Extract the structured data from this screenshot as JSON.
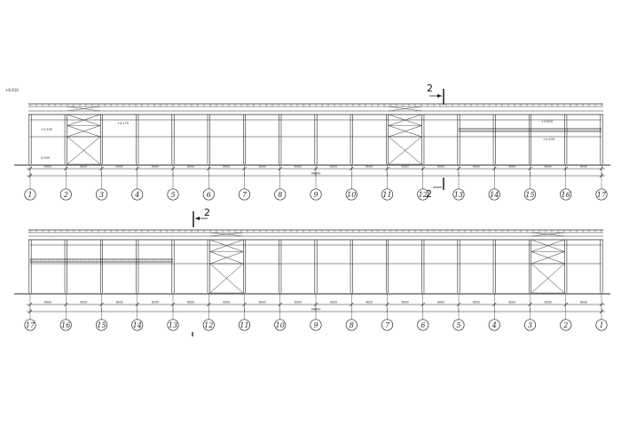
{
  "elevations": [
    {
      "id": "upper",
      "axes": [
        "1",
        "2",
        "3",
        "4",
        "5",
        "6",
        "7",
        "8",
        "9",
        "10",
        "11",
        "12",
        "13",
        "14",
        "15",
        "16",
        "17"
      ],
      "bay_dims": [
        "6000",
        "6000",
        "6000",
        "6000",
        "6000",
        "6000",
        "6000",
        "6000",
        "6000",
        "6000",
        "6000",
        "6000",
        "6000",
        "6000",
        "6000",
        "6000"
      ],
      "total_dim": "96000",
      "section_mark": "2",
      "level_marks": [
        "+6.410",
        "+2.500",
        "+4.275",
        "0.000",
        "+3.800",
        "+2.500"
      ]
    },
    {
      "id": "lower",
      "axes": [
        "17",
        "16",
        "15",
        "14",
        "13",
        "12",
        "11",
        "10",
        "9",
        "8",
        "7",
        "6",
        "5",
        "4",
        "3",
        "2",
        "1"
      ],
      "bay_dims": [
        "6000",
        "6000",
        "6000",
        "6000",
        "6000",
        "6000",
        "6000",
        "6000",
        "6000",
        "6000",
        "6000",
        "6000",
        "6000",
        "6000",
        "6000",
        "6000"
      ],
      "total_dim": "96000",
      "section_mark": "2"
    }
  ]
}
